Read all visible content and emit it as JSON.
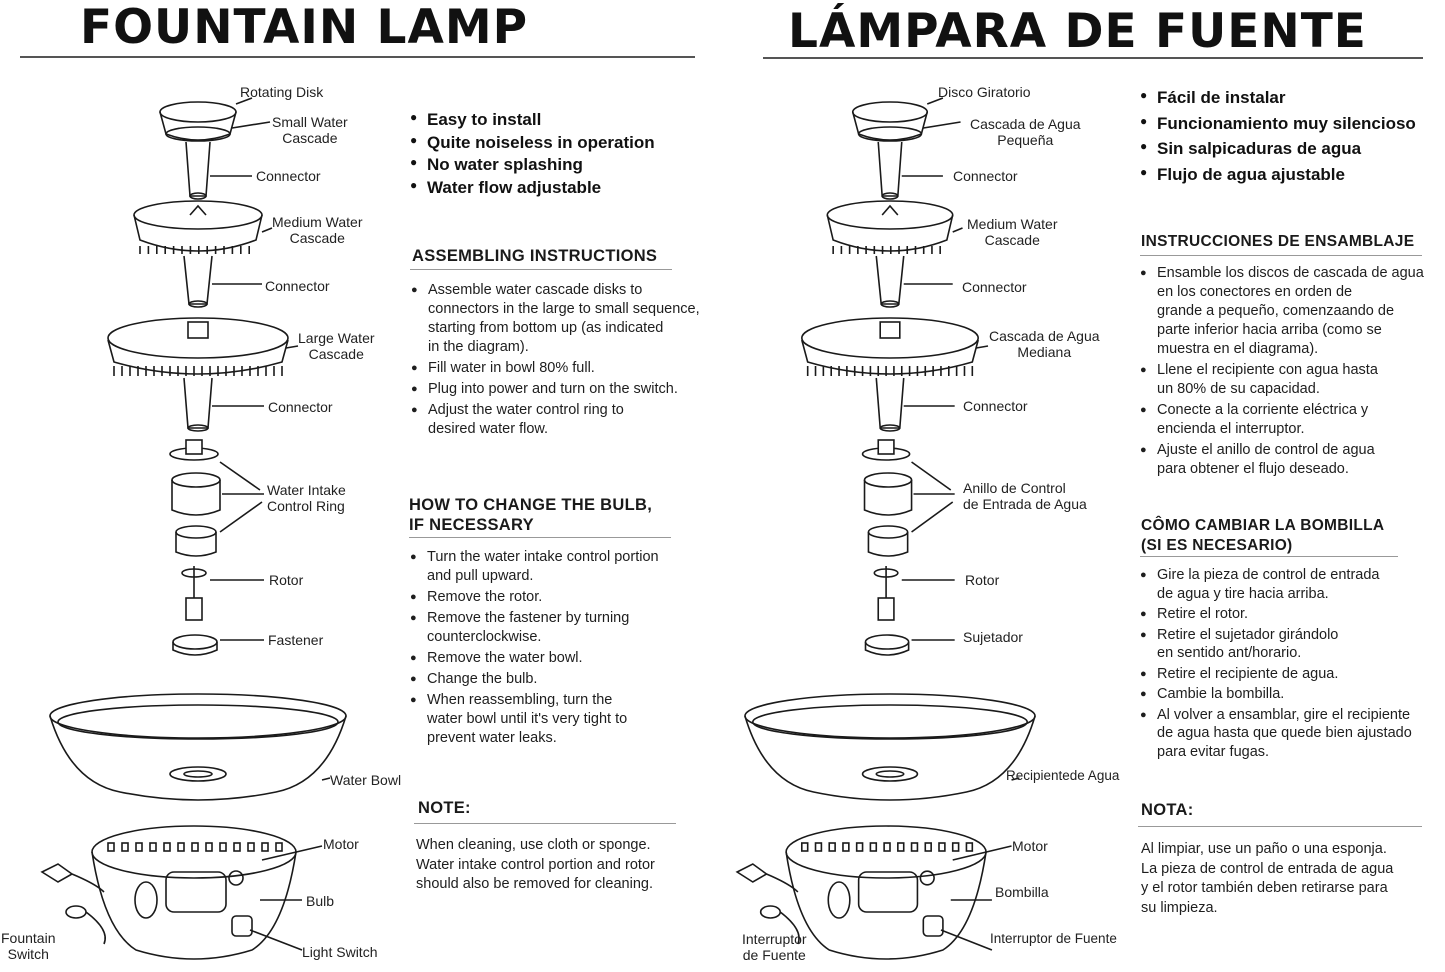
{
  "left": {
    "title": "FOUNTAIN LAMP",
    "labels": {
      "rotating_disk": "Rotating Disk",
      "small_cascade": "Small Water\nCascade",
      "connector1": "Connector",
      "medium_cascade": "Medium Water\nCascade",
      "connector2": "Connector",
      "large_cascade": "Large Water\nCascade",
      "connector3": "Connector",
      "intake_ring": "Water Intake\nControl Ring",
      "rotor": "Rotor",
      "fastener": "Fastener",
      "water_bowl": "Water Bowl",
      "motor": "Motor",
      "bulb": "Bulb",
      "fountain_switch": "Fountain\nSwitch",
      "light_switch": "Light Switch"
    },
    "features": [
      "Easy to install",
      "Quite noiseless in operation",
      "No water splashing",
      "Water flow adjustable"
    ],
    "assembling": {
      "heading": "ASSEMBLING INSTRUCTIONS",
      "items": [
        "Assemble water cascade disks to\nconnectors in the large to small sequence,\nstarting from bottom up (as indicated\nin the diagram).",
        "Fill water in bowl 80% full.",
        "Plug into power and turn on the switch.",
        "Adjust the water control ring to\ndesired water flow."
      ]
    },
    "bulb_change": {
      "heading": "HOW TO CHANGE THE BULB,\nIF NECESSARY",
      "items": [
        "Turn the water intake control portion\nand pull upward.",
        "Remove the rotor.",
        "Remove the fastener by turning\ncounterclockwise.",
        "Remove the water bowl.",
        "Change the bulb.",
        "When reassembling, turn the\nwater bowl until it's very tight to\nprevent water leaks."
      ]
    },
    "note": {
      "heading": "NOTE:",
      "text": "When cleaning, use cloth or sponge.\nWater intake control portion and rotor\nshould also be removed for cleaning."
    }
  },
  "right": {
    "title": "LÁMPARA DE FUENTE",
    "labels": {
      "rotating_disk": "Disco Giratorio",
      "small_cascade": "Cascada de Agua\nPequeña",
      "connector1": "Connector",
      "medium_cascade": "Medium Water\nCascade",
      "connector2": "Connector",
      "large_cascade": "Cascada de Agua\nMediana",
      "connector3": "Connector",
      "intake_ring": "Anillo de Control\nde Entrada de Agua",
      "rotor": "Rotor",
      "fastener": "Sujetador",
      "water_bowl": "Recipientede Agua",
      "motor": "Motor",
      "bulb": "Bombilla",
      "fountain_switch": "Interruptor\nde Fuente",
      "light_switch": "Interruptor de Fuente"
    },
    "features": [
      "Fácil de instalar",
      "Funcionamiento muy silencioso",
      "Sin salpicaduras de agua",
      "Flujo de agua ajustable"
    ],
    "assembling": {
      "heading": "INSTRUCCIONES DE ENSAMBLAJE",
      "items": [
        "Ensamble los discos de cascada de agua\nen los conectores en orden de\ngrande a pequeño, comenzaando de\nparte inferior hacia arriba (como se\nmuestra en el diagrama).",
        "Llene el recipiente con agua hasta\nun 80% de su capacidad.",
        "Conecte a la corriente eléctrica y\nencienda el interruptor.",
        "Ajuste el anillo de control de agua\npara obtener el flujo deseado."
      ]
    },
    "bulb_change": {
      "heading": "CÔMO CAMBIAR LA BOMBILLA\n(SI ES NECESARIO)",
      "items": [
        "Gire la pieza de control de entrada\nde agua y tire hacia arriba.",
        "Retire el rotor.",
        "Retire el sujetador girándolo\nen sentido ant/horario.",
        "Retire el recipiente de agua.",
        "Cambie la bombilla.",
        "Al volver a ensamblar, gire el recipiente\nde agua hasta que quede bien ajustado\npara evitar fugas."
      ]
    },
    "note": {
      "heading": "NOTA:",
      "text": "Al limpiar, use un paño o una esponja.\nLa pieza de control de entrada de agua\ny el rotor también deben retirarse para\nsu limpieza."
    }
  }
}
